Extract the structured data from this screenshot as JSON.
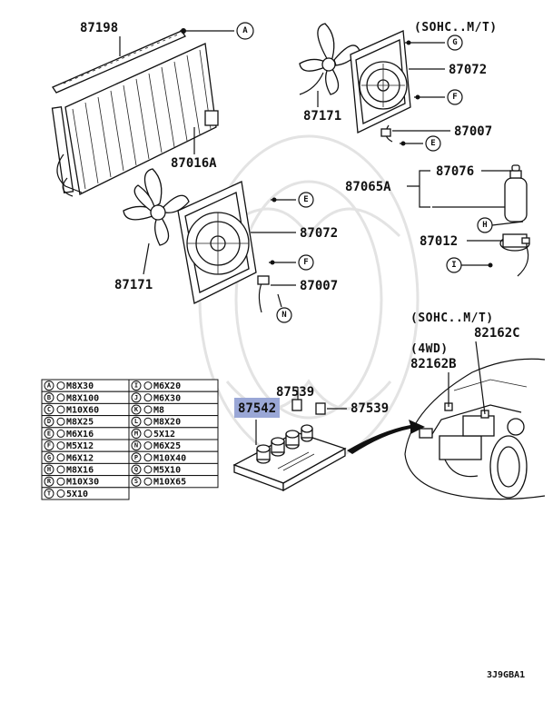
{
  "diagram": {
    "parts": {
      "p87198": "87198",
      "p87016a": "87016A",
      "p87171_top": "87171",
      "p87072_top": "87072",
      "p87007_top": "87007",
      "p87171_mid": "87171",
      "p87072_mid": "87072",
      "p87007_mid": "87007",
      "p87076": "87076",
      "p87065a": "87065A",
      "p87012": "87012",
      "p87539_top": "87539",
      "p87539_right": "87539",
      "p87542": "87542",
      "p82162c": "82162C",
      "p82162b": "82162B"
    },
    "notes": {
      "sohc_mt_top": "(SOHC..M/T)",
      "sohc_mt_bottom": "(SOHC..M/T)",
      "four_wd": "(4WD)"
    },
    "callouts": {
      "A": "A",
      "G": "G",
      "F_top": "F",
      "E_top": "E",
      "E_mid": "E",
      "F_mid": "F",
      "N": "N",
      "H": "H",
      "I": "I"
    },
    "highlight_color": "#9aa7d6",
    "fastener_table": {
      "rows": [
        {
          "l1": "A",
          "v1": "M8X30",
          "l2": "I",
          "v2": "M6X20"
        },
        {
          "l1": "B",
          "v1": "M8X100",
          "l2": "J",
          "v2": "M6X30"
        },
        {
          "l1": "C",
          "v1": "M10X60",
          "l2": "K",
          "v2": "M8"
        },
        {
          "l1": "D",
          "v1": "M8X25",
          "l2": "L",
          "v2": "M8X20"
        },
        {
          "l1": "E",
          "v1": "M6X16",
          "l2": "M",
          "v2": "5X12"
        },
        {
          "l1": "F",
          "v1": "M5X12",
          "l2": "N",
          "v2": "M6X25"
        },
        {
          "l1": "G",
          "v1": "M6X12",
          "l2": "P",
          "v2": "M10X40"
        },
        {
          "l1": "H",
          "v1": "M8X16",
          "l2": "Q",
          "v2": "M5X10"
        },
        {
          "l1": "R",
          "v1": "M10X30",
          "l2": "S",
          "v2": "M10X65"
        },
        {
          "l1": "T",
          "v1": "5X10",
          "l2": "",
          "v2": ""
        }
      ]
    },
    "drawing_code": "3J9GBA1"
  }
}
